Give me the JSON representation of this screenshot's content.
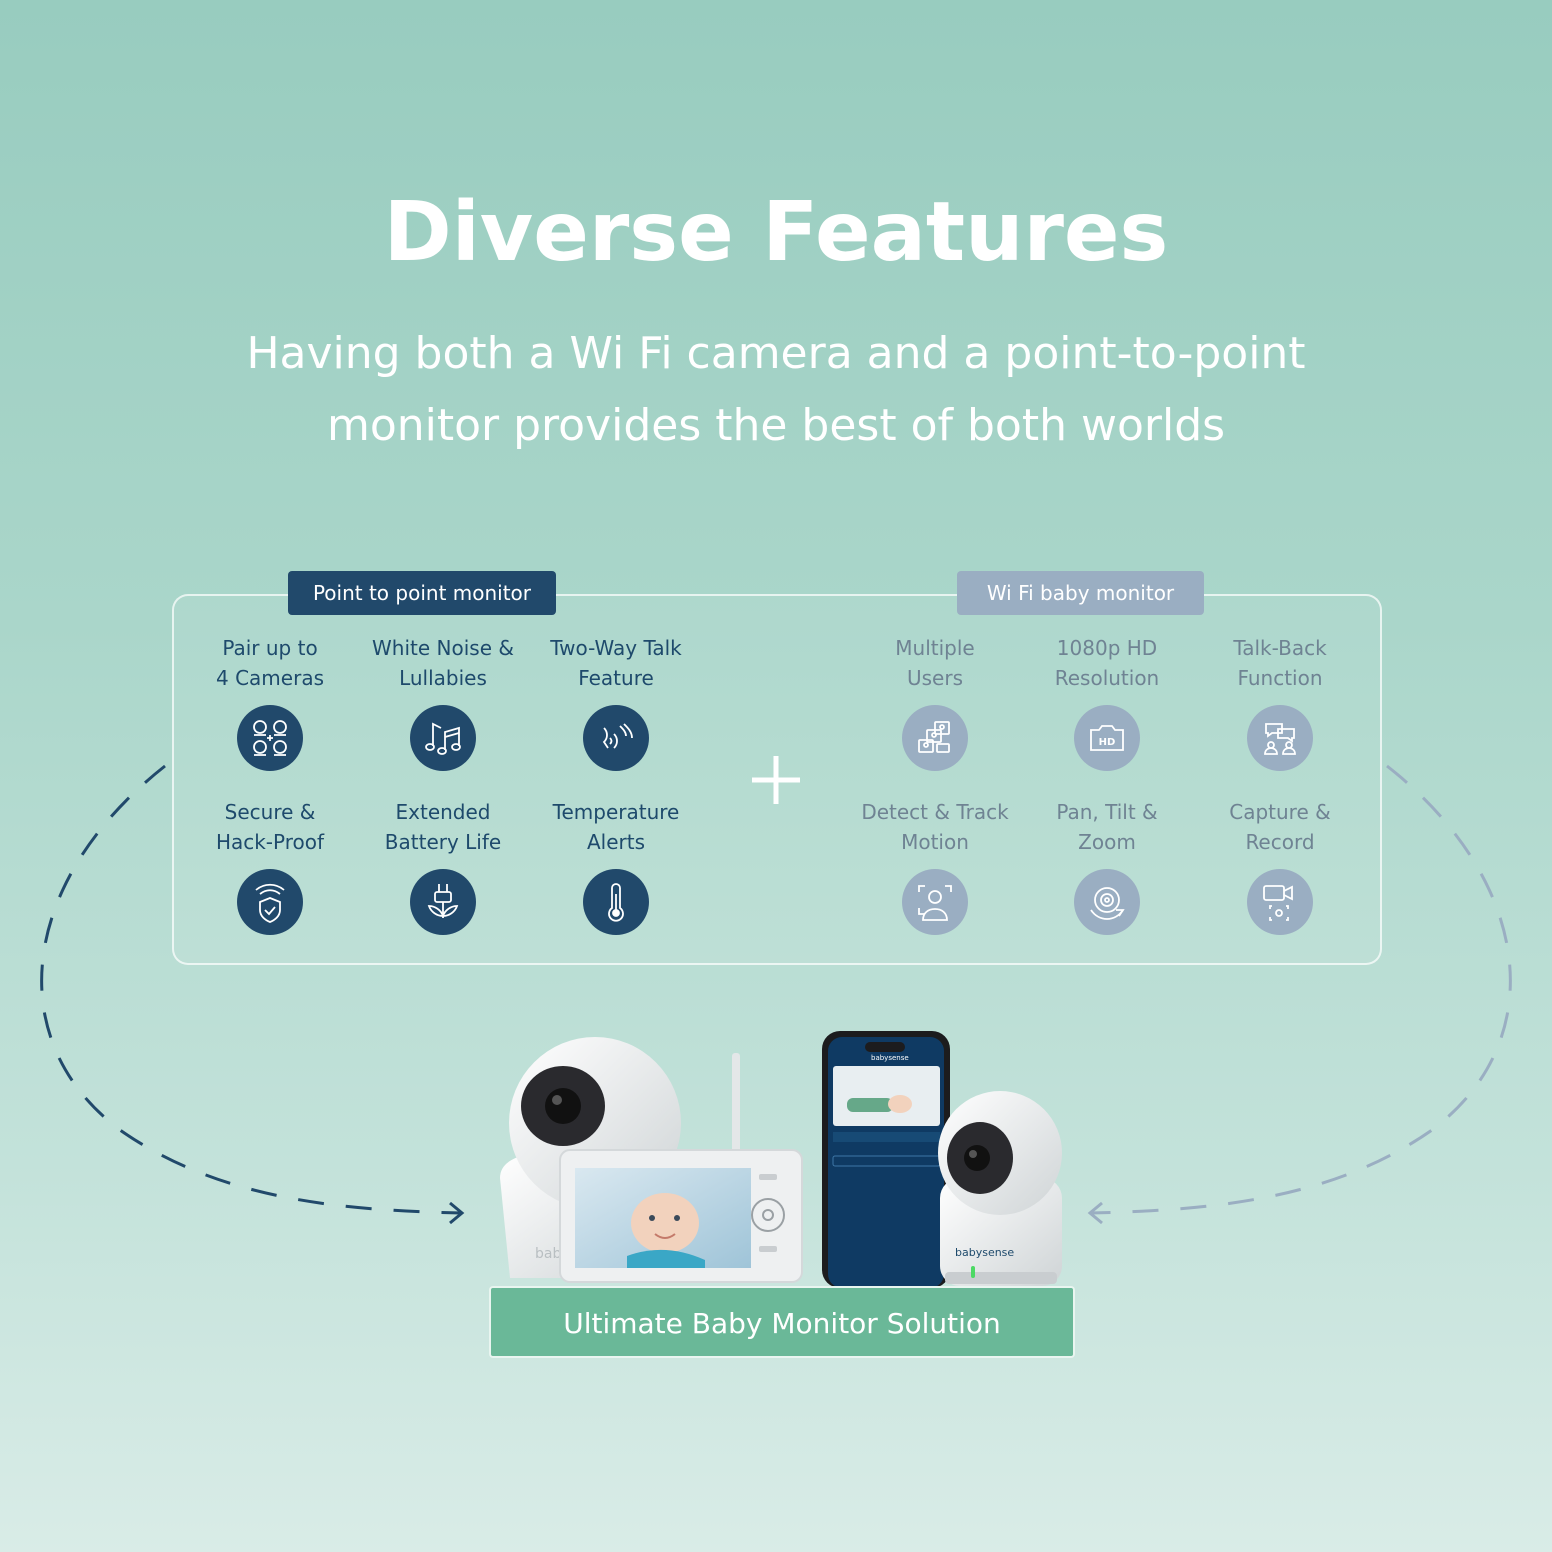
{
  "title": "Diverse Features",
  "subtitle_line1": "Having both a Wi Fi camera and a point-to-point",
  "subtitle_line2": "monitor provides the best of both worlds",
  "p2p": {
    "tag": "Point to point monitor",
    "features": [
      {
        "line1": "Pair up to",
        "line2": "4 Cameras",
        "icon": "four-cameras-icon"
      },
      {
        "line1": "White Noise &",
        "line2": "Lullabies",
        "icon": "music-notes-icon"
      },
      {
        "line1": "Two-Way Talk",
        "line2": "Feature",
        "icon": "voice-talk-icon"
      },
      {
        "line1": "Secure &",
        "line2": "Hack-Proof",
        "icon": "shield-wifi-icon"
      },
      {
        "line1": "Extended",
        "line2": "Battery Life",
        "icon": "battery-plug-icon"
      },
      {
        "line1": "Temperature",
        "line2": "Alerts",
        "icon": "thermometer-icon"
      }
    ]
  },
  "wifi": {
    "tag": "Wi Fi baby monitor",
    "features": [
      {
        "line1": "Multiple",
        "line2": "Users",
        "icon": "multiple-users-icon"
      },
      {
        "line1": "1080p HD",
        "line2": "Resolution",
        "icon": "hd-camera-icon"
      },
      {
        "line1": "Talk-Back",
        "line2": "Function",
        "icon": "talk-back-icon"
      },
      {
        "line1": "Detect & Track",
        "line2": "Motion",
        "icon": "motion-detect-icon"
      },
      {
        "line1": "Pan, Tilt &",
        "line2": "Zoom",
        "icon": "pan-tilt-zoom-icon"
      },
      {
        "line1": "Capture &",
        "line2": "Record",
        "icon": "capture-record-icon"
      }
    ]
  },
  "cta_label": "Ultimate Baby Monitor Solution",
  "brand": "babysense",
  "colors": {
    "dark_navy": "#21496b",
    "grey_blue": "#9aaec2",
    "green": "#6ab898"
  }
}
